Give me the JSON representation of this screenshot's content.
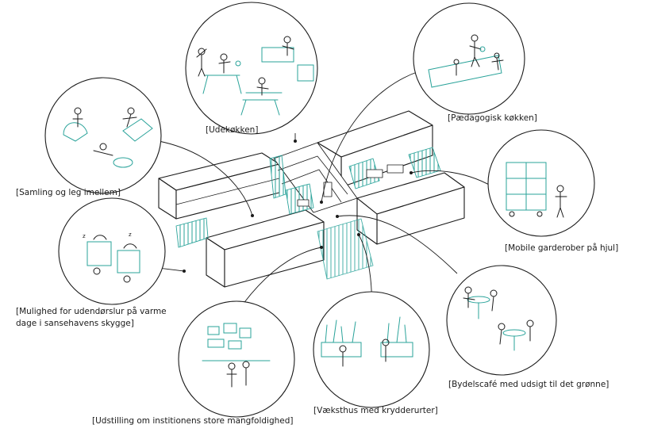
{
  "colors": {
    "ink": "#1a1a1a",
    "accent": "#2aa39a",
    "paper": "#ffffff"
  },
  "labels": {
    "udekokken": "[Udekøkken]",
    "paedagogisk_kokken": "[Pædagogisk køkken]",
    "samling": "[Samling og leg imellem]",
    "mobile_garderober": "[Mobile garderober på hjul]",
    "mulighed_line1": "[Mulighed for udendørslur på varme",
    "mulighed_line2": "dage i sansehavens skygge]",
    "bydelscafe": "[Bydelscafé med udsigt til det grønne]",
    "vaeksthus": "[Væksthus med krydderurter]",
    "udstilling": "[Udstilling om institionens store mangfoldighed]"
  }
}
